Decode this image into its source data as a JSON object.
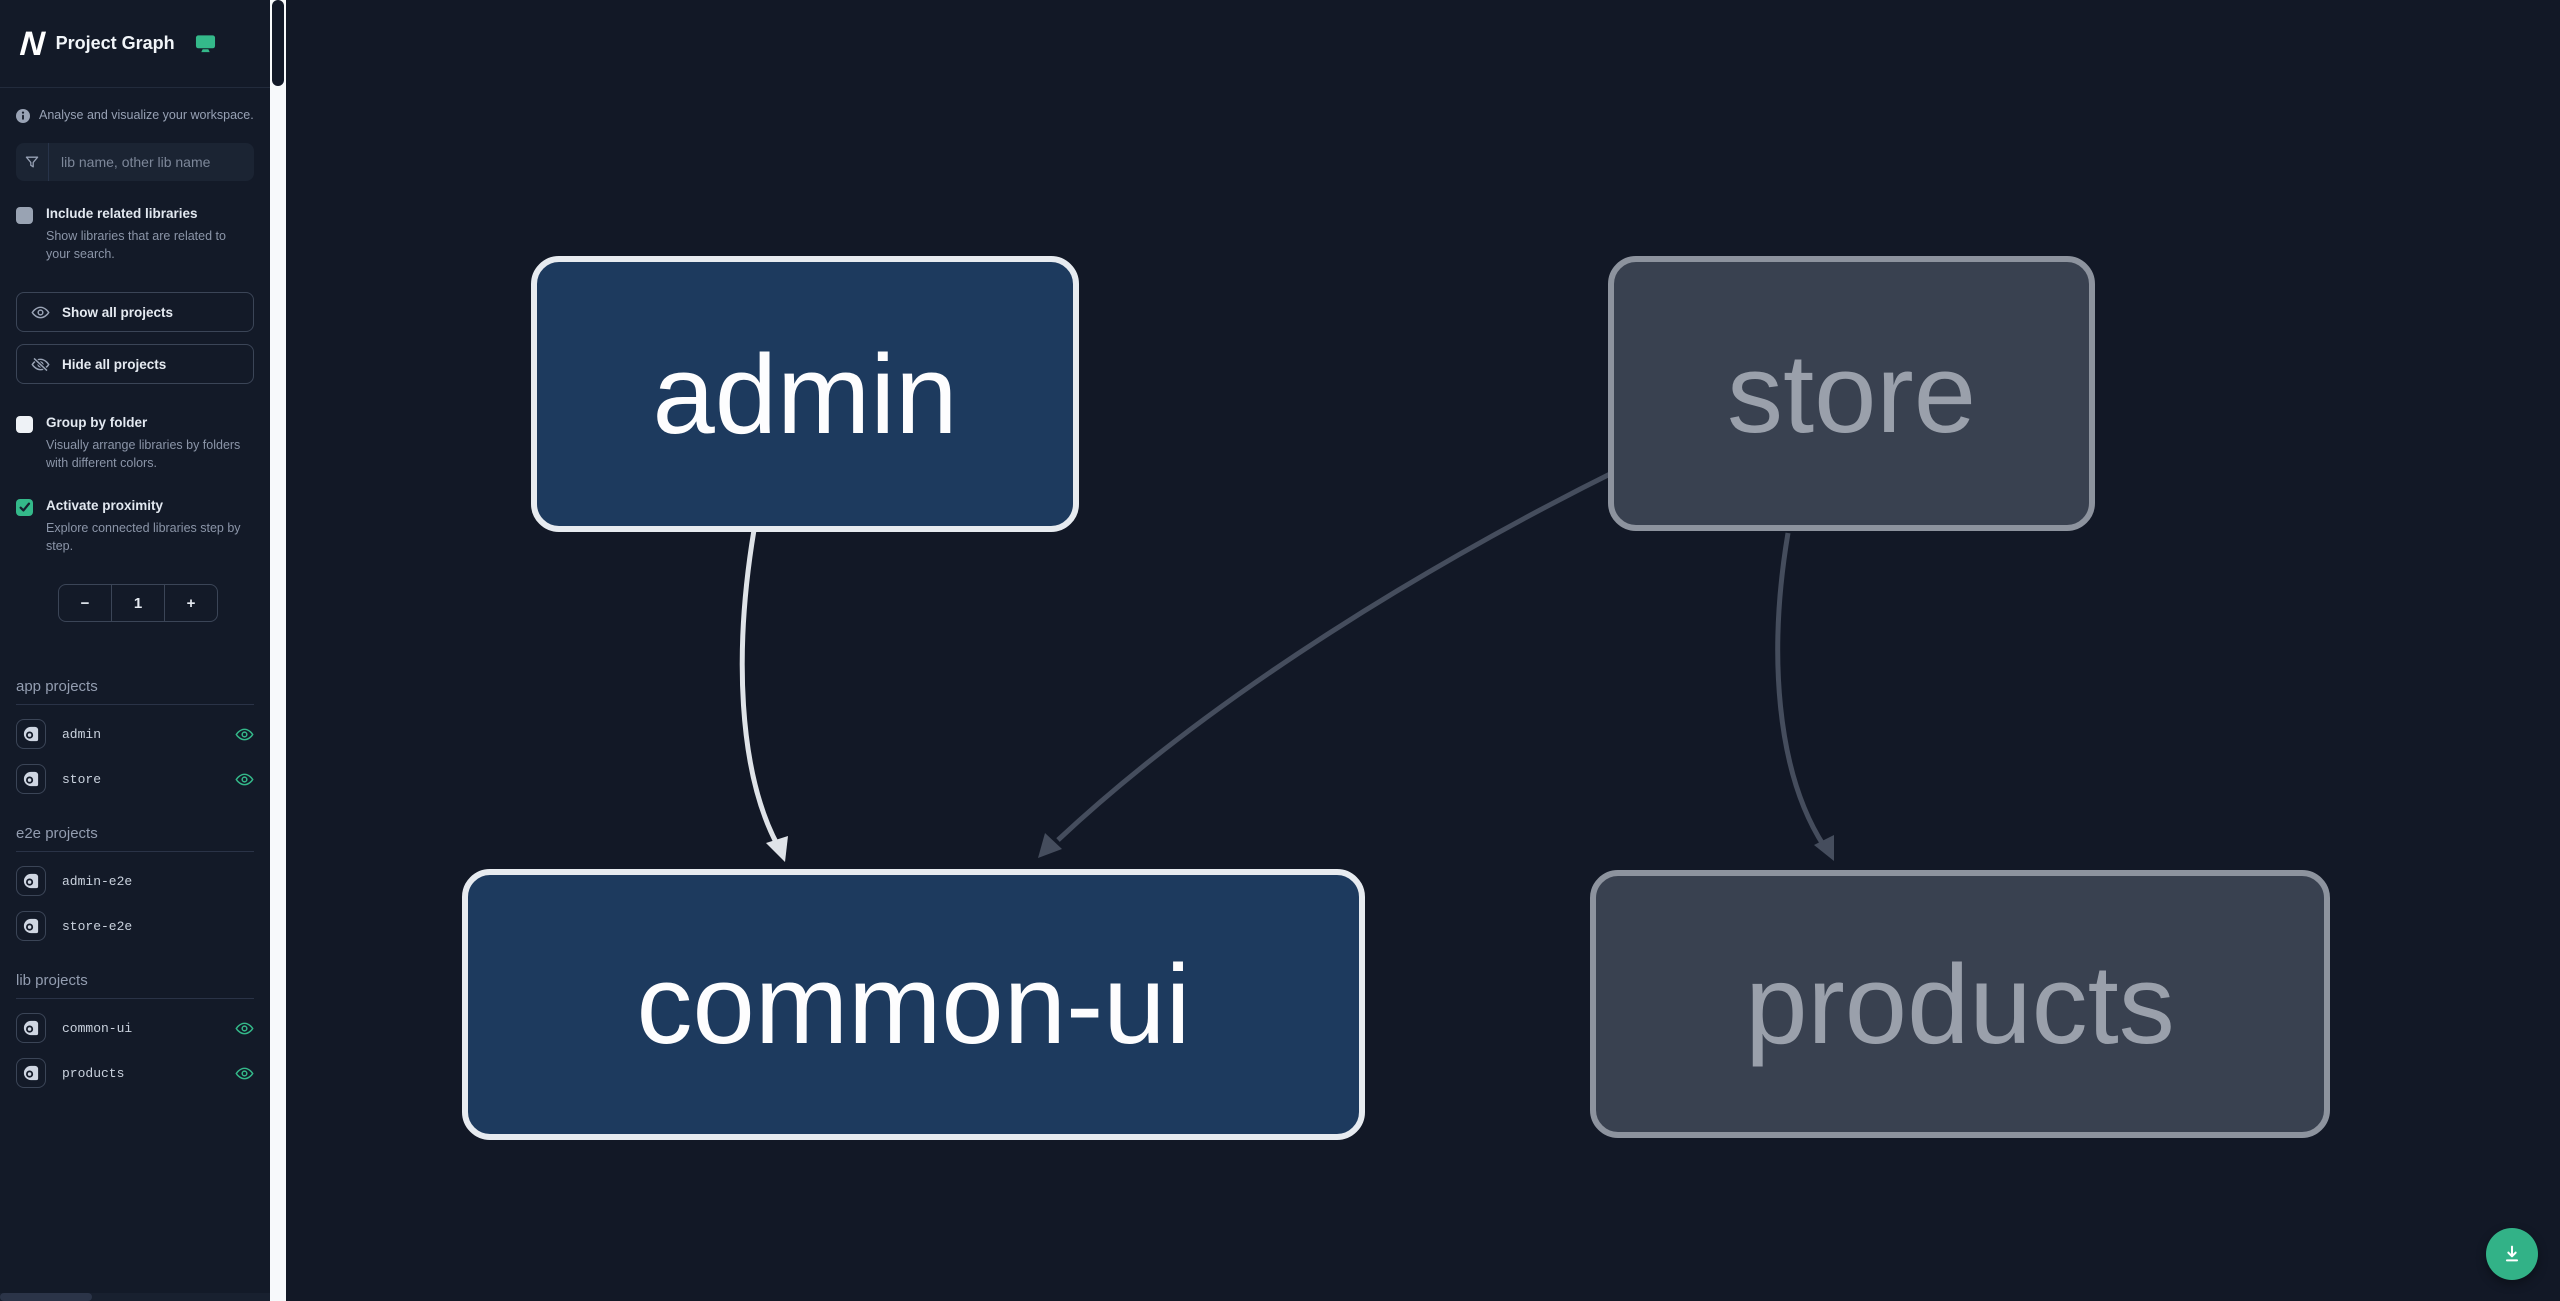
{
  "app": {
    "logo_text": "N",
    "title": "Project Graph"
  },
  "tagline": "Analyse and visualize your workspace.",
  "search": {
    "placeholder": "lib name, other lib name"
  },
  "options": {
    "include_related": {
      "label": "Include related libraries",
      "description": "Show libraries that are related to your search.",
      "checked": false
    },
    "group_by_folder": {
      "label": "Group by folder",
      "description": "Visually arrange libraries by folders with different colors.",
      "checked": false
    },
    "activate_proximity": {
      "label": "Activate proximity",
      "description": "Explore connected libraries step by step.",
      "checked": true
    }
  },
  "actions": {
    "show_all": "Show all projects",
    "hide_all": "Hide all projects"
  },
  "proximity_stepper": {
    "decrement": "−",
    "value": "1",
    "increment": "+"
  },
  "sections": [
    {
      "title": "app projects",
      "items": [
        {
          "name": "admin",
          "visible": true
        },
        {
          "name": "store",
          "visible": true
        }
      ]
    },
    {
      "title": "e2e projects",
      "items": [
        {
          "name": "admin-e2e",
          "visible": false
        },
        {
          "name": "store-e2e",
          "visible": false
        }
      ]
    },
    {
      "title": "lib projects",
      "items": [
        {
          "name": "common-ui",
          "visible": true
        },
        {
          "name": "products",
          "visible": true
        }
      ]
    }
  ],
  "graph": {
    "nodes": [
      {
        "id": "admin",
        "state": "focused"
      },
      {
        "id": "store",
        "state": "muted"
      },
      {
        "id": "common-ui",
        "state": "focused"
      },
      {
        "id": "products",
        "state": "muted"
      }
    ],
    "edges": [
      {
        "from": "admin",
        "to": "common-ui",
        "style": "active"
      },
      {
        "from": "store",
        "to": "common-ui",
        "style": "muted"
      },
      {
        "from": "store",
        "to": "products",
        "style": "muted"
      }
    ],
    "colors": {
      "focused_fill": "#1d3a5e",
      "focused_border": "#e7ebf0",
      "muted_fill": "#394150",
      "muted_border": "#8d939e",
      "edge_active": "#dfe3e8",
      "edge_muted": "#454d5d",
      "accent_green": "#34b98a",
      "canvas_bg": "#121826",
      "sidebar_bg": "#131a28"
    }
  },
  "fab": {
    "icon": "download"
  }
}
